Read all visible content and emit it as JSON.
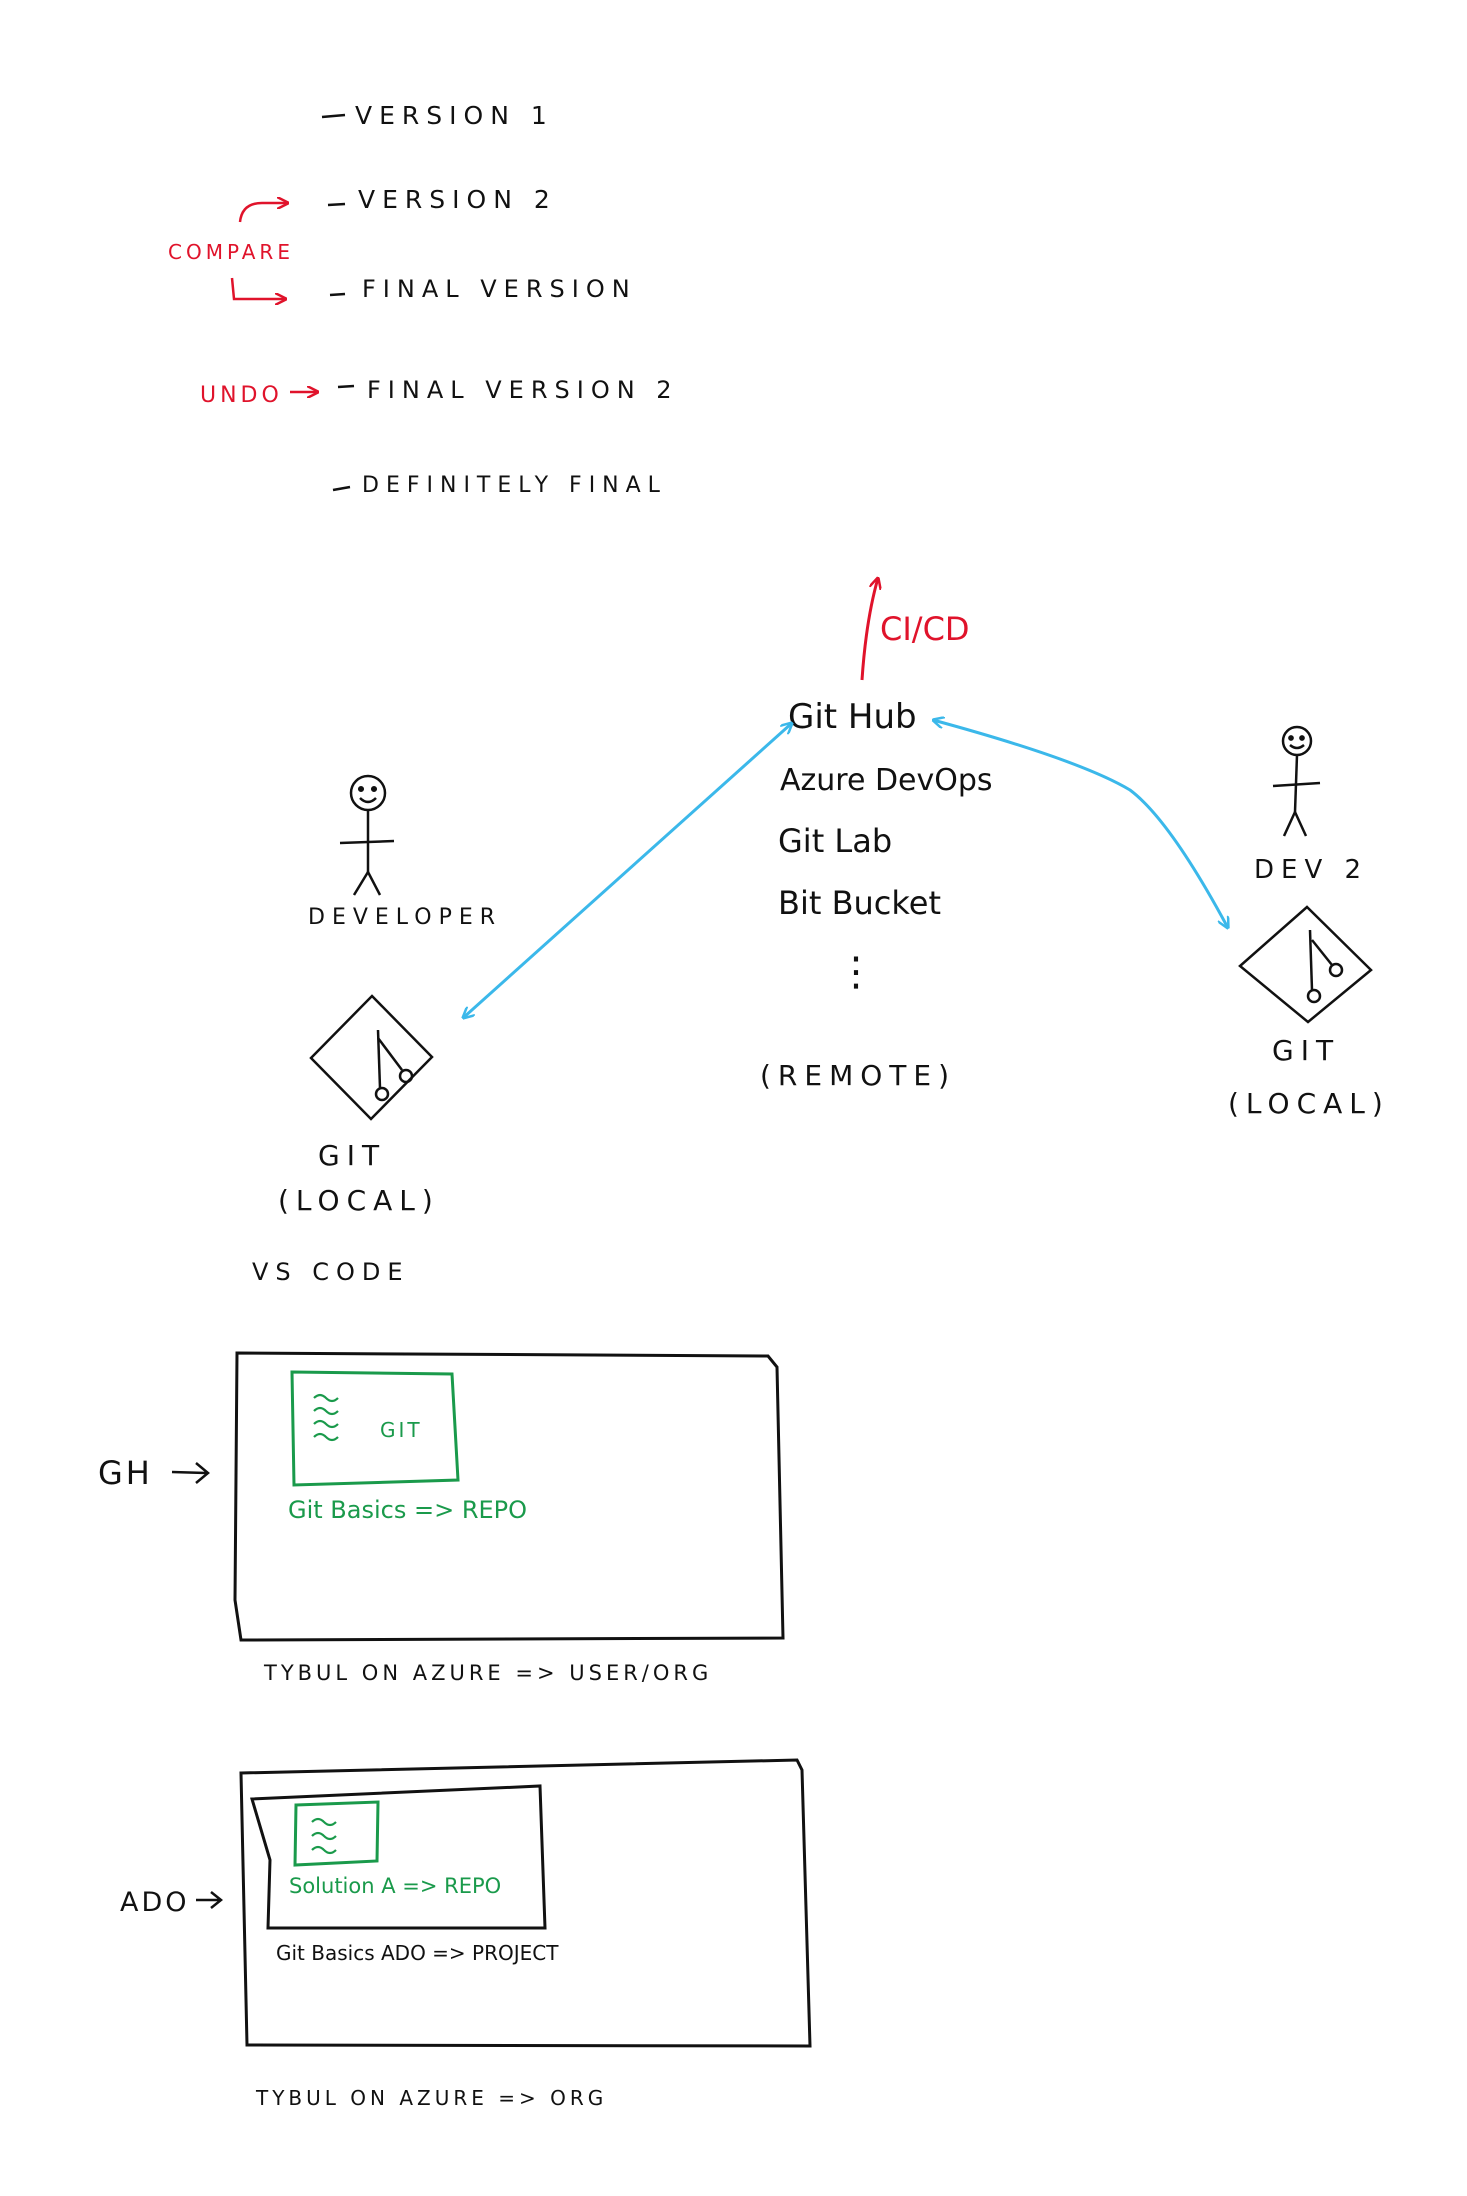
{
  "colors": {
    "ink": "#111111",
    "red": "#e0132b",
    "blue": "#3bb8ea",
    "green": "#1a9a4b",
    "background": "#ffffff"
  },
  "versions": {
    "v1": "VERSION 1",
    "v2": "VERSION 2",
    "final": "FINAL VERSION",
    "final2": "FINAL VERSION 2",
    "definitely": "DEFINITELY FINAL",
    "compare_label": "COMPARE",
    "undo_label": "UNDO"
  },
  "remote": {
    "cicd": "CI/CD",
    "hosts": [
      "Git Hub",
      "Azure DevOps",
      "Git Lab",
      "Bit Bucket"
    ],
    "ellipsis": "⋮",
    "label": "(REMOTE)"
  },
  "developer": {
    "label": "DEVELOPER",
    "git": "GIT",
    "local": "(LOCAL)",
    "editor": "VS CODE"
  },
  "dev2": {
    "label": "DEV 2",
    "git": "GIT",
    "local": "(LOCAL)"
  },
  "gh_box": {
    "side_label": "GH",
    "inner_git": "GIT",
    "repo_label": "Git Basics => REPO",
    "org_caption": "TYBUL ON AZURE => USER/ORG"
  },
  "ado_box": {
    "side_label": "ADO",
    "repo_label": "Solution A => REPO",
    "project_label": "Git Basics ADO => PROJECT",
    "org_caption": "TYBUL ON AZURE => ORG"
  },
  "icons": [
    "stick-figure-icon",
    "git-diamond-icon",
    "arrow-right-icon",
    "double-arrow-icon",
    "arrow-up-icon",
    "code-lines-icon"
  ]
}
